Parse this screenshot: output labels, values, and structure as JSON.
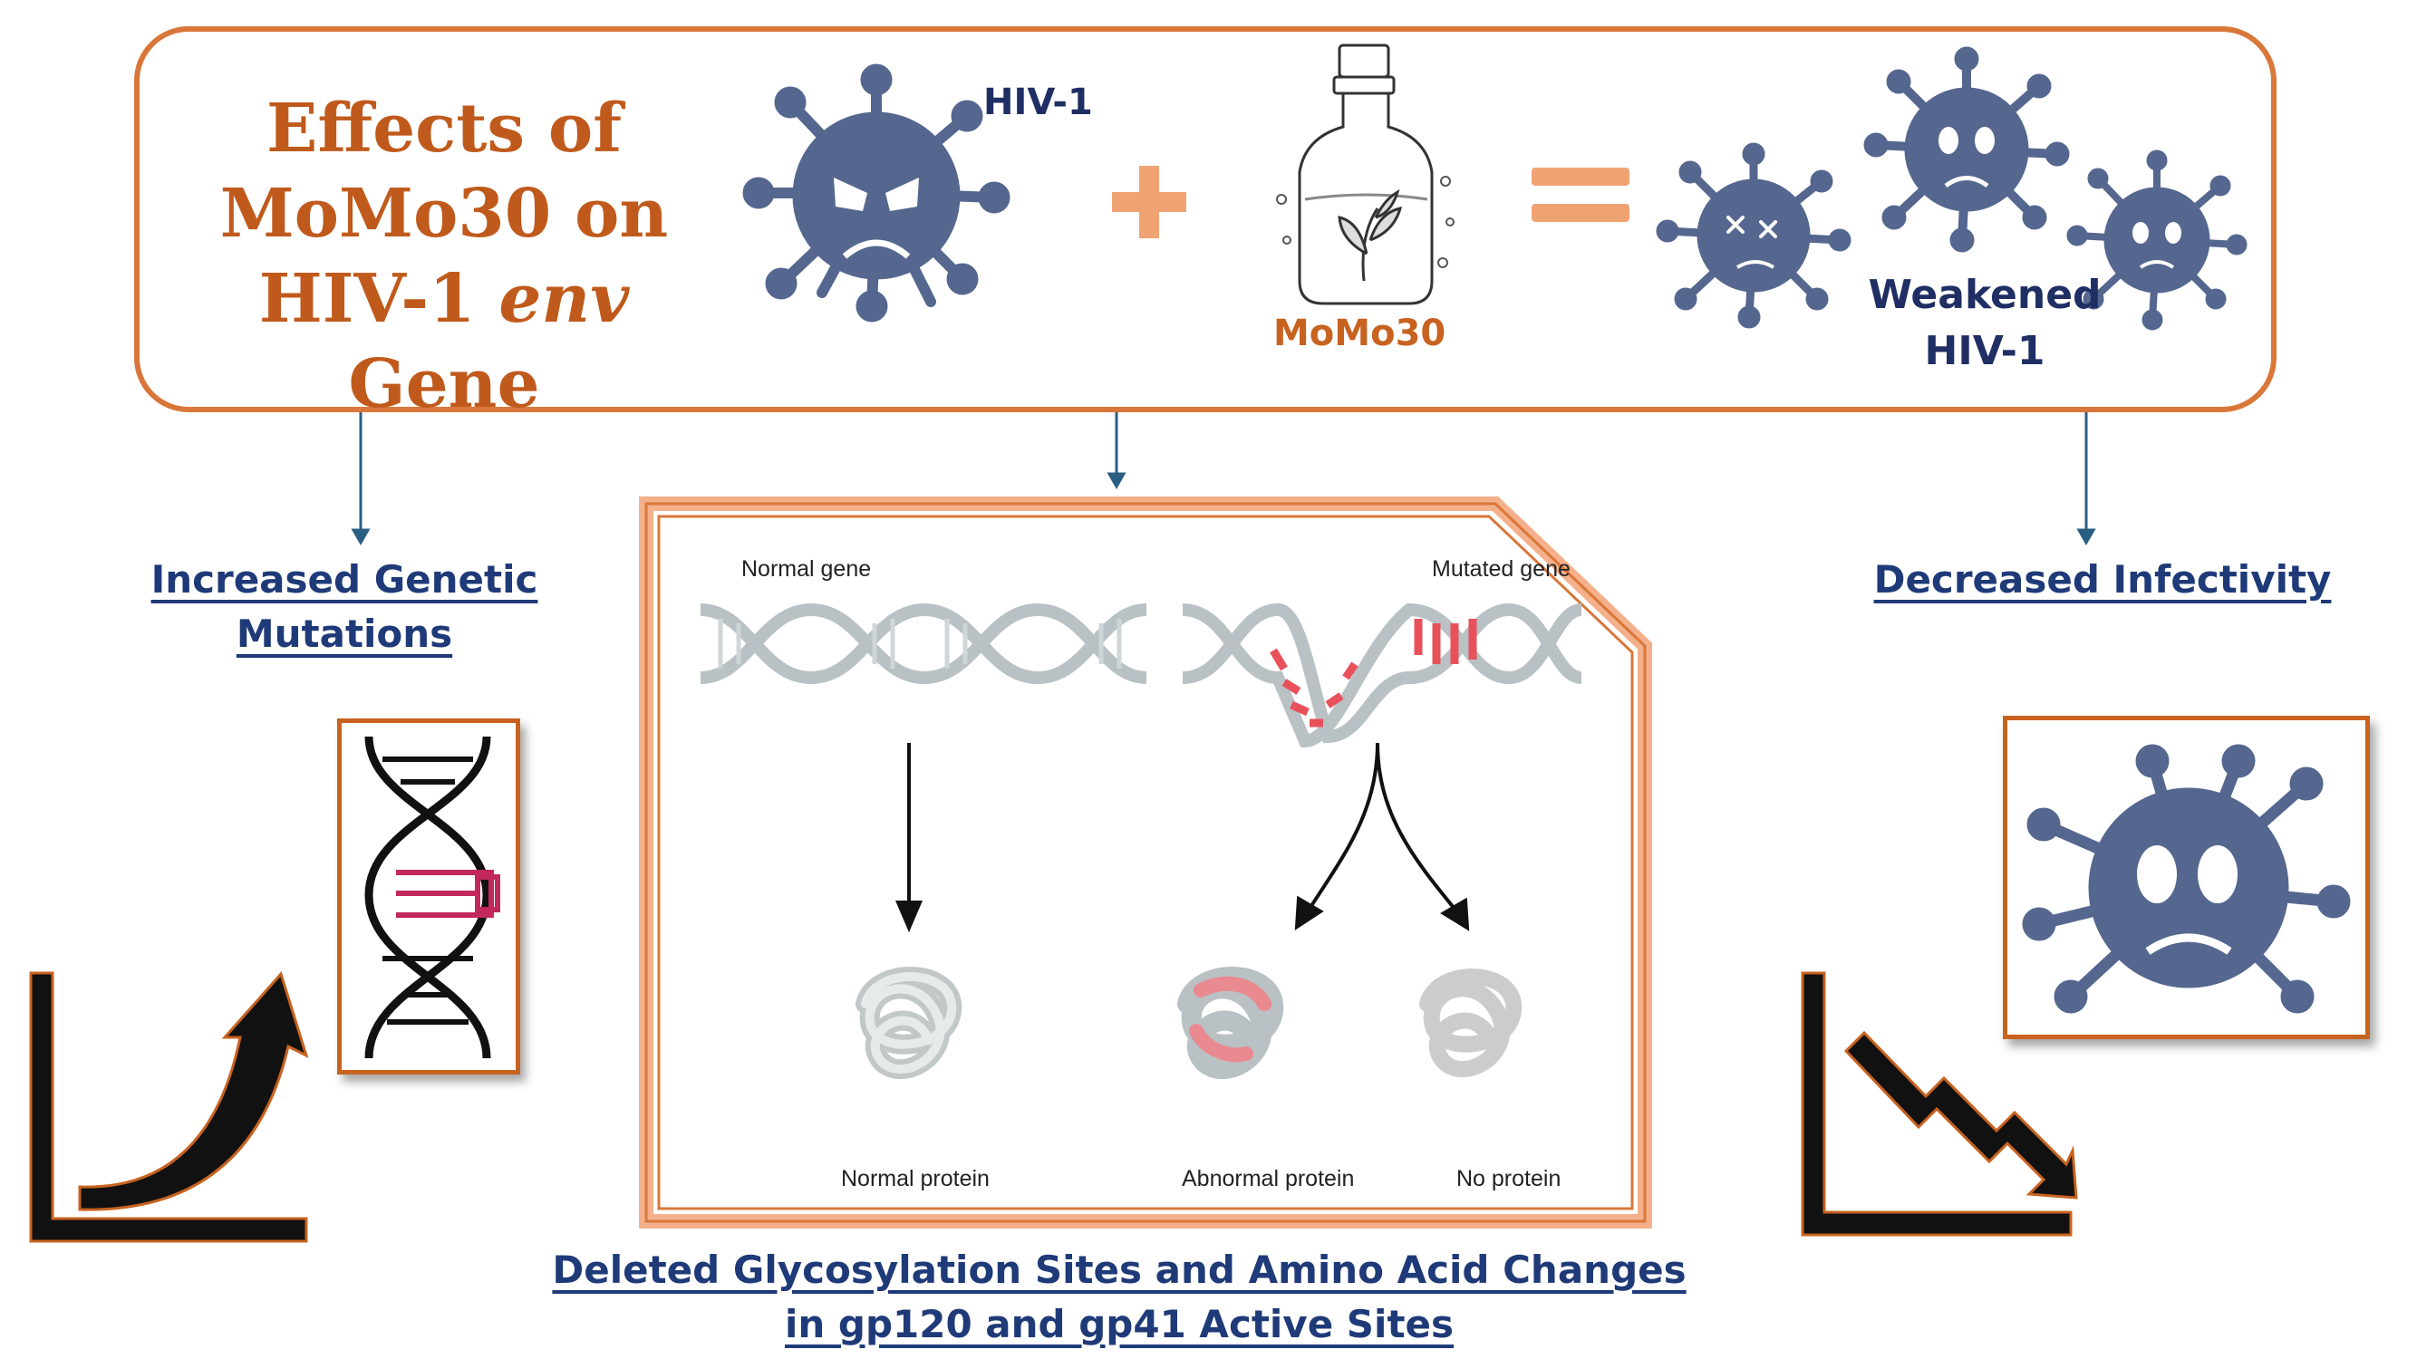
{
  "title": {
    "line1": "Effects of",
    "line2": "MoMo30 on",
    "line3_prefix": "HIV-1 ",
    "line3_italic": "env",
    "line3_suffix": " Gene"
  },
  "header": {
    "virus_label": "HIV-1",
    "bottle_label": "MoMo30",
    "result_label_line1": "Weakened",
    "result_label_line2": "HIV-1"
  },
  "outcomes": {
    "left_line1": "Increased Genetic",
    "left_line2": "Mutations",
    "right": "Decreased Infectivity",
    "bottom_line1": "Deleted Glycosylation Sites and Amino Acid Changes",
    "bottom_line2": "in gp120 and gp41 Active Sites"
  },
  "panel": {
    "normal_gene": "Normal gene",
    "mutated_gene": "Mutated gene",
    "normal_protein": "Normal protein",
    "abnormal_protein": "Abnormal protein",
    "no_protein": "No protein"
  },
  "colors": {
    "virus": "#55678f",
    "accent_orange": "#d9773a",
    "navy": "#1f2e63",
    "mutation_red": "#e8515a"
  }
}
